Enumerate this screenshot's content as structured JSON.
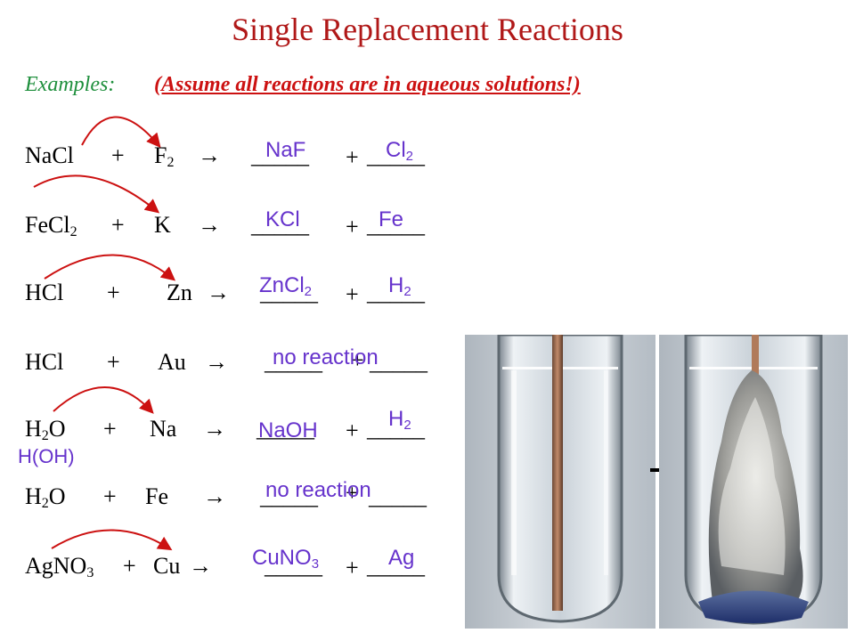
{
  "title": "Single Replacement Reactions",
  "examples_label": "Examples",
  "examples_colon": ":",
  "note": "(Assume all reactions are in aqueous solutions!)",
  "plus": "+",
  "yields": "→",
  "blank": "_____",
  "reactions": [
    {
      "r1": "NaCl",
      "r2": "F",
      "r2_sub": "2",
      "a1": "NaF",
      "a2": "Cl",
      "a2_sub": "2"
    },
    {
      "r1": "FeCl",
      "r1_sub": "2",
      "r2": "K",
      "a1": "KCl",
      "a2": "Fe"
    },
    {
      "r1": "HCl",
      "r2": "Zn",
      "a1": "ZnCl",
      "a1_sub": "2",
      "a2": "H",
      "a2_sub": "2"
    },
    {
      "r1": "HCl",
      "r2": "Au",
      "a1": "no reaction"
    },
    {
      "r1_a": "H",
      "r1_sub": "2",
      "r1_b": "O",
      "r2": "Na",
      "a1": "NaOH",
      "a2": "H",
      "a2_sub": "2",
      "alt": "H(OH)"
    },
    {
      "r1_a": "H",
      "r1_sub": "2",
      "r1_b": "O",
      "r2": "Fe",
      "a1": "no reaction"
    },
    {
      "r1": "AgNO",
      "r1_sub": "3",
      "r2": "Cu",
      "a1": "CuNO",
      "a1_sub": "3",
      "a2": "Ag"
    }
  ],
  "colors": {
    "title": "#b01818",
    "examples": "#1e8f3c",
    "note": "#cc1111",
    "answer": "#6633cc",
    "arrow": "#cc1111"
  }
}
